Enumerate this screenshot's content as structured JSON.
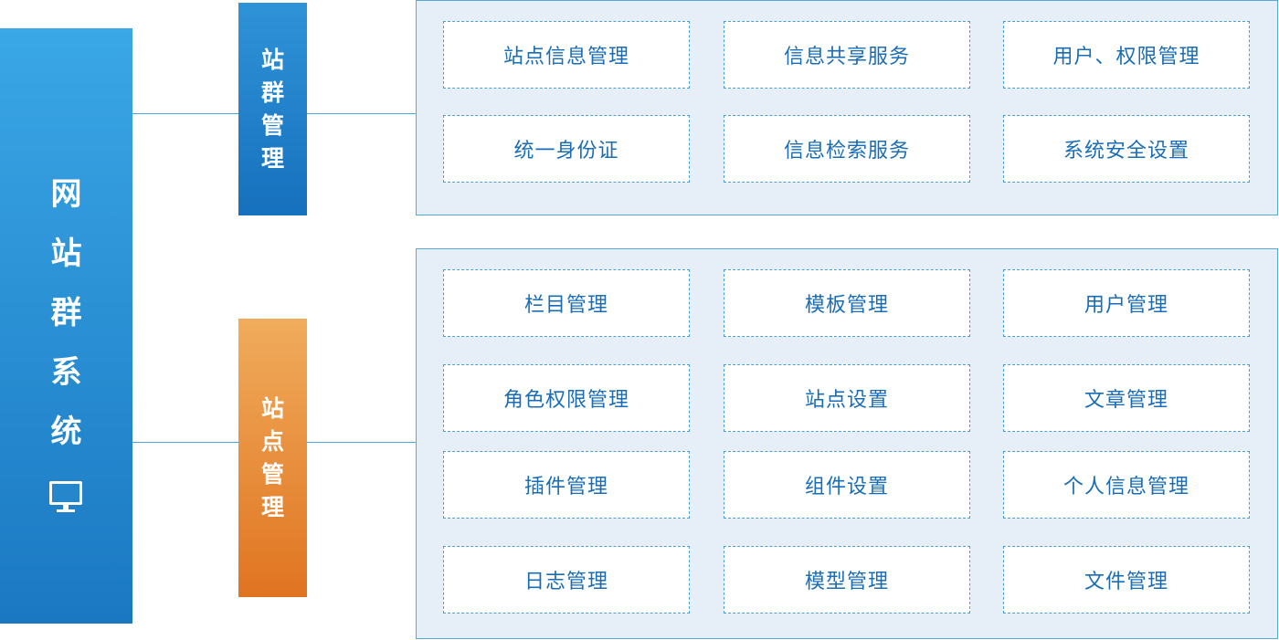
{
  "root": {
    "title_chars": [
      "网",
      "站",
      "群",
      "系",
      "统"
    ],
    "icon": "monitor-icon"
  },
  "groups": [
    {
      "title_chars": [
        "站",
        "群",
        "管",
        "理"
      ],
      "color": "#1a78c2",
      "items": [
        "站点信息管理",
        "信息共享服务",
        "用户、权限管理",
        "统一身份证",
        "信息检索服务",
        "系统安全设置"
      ]
    },
    {
      "title_chars": [
        "站",
        "点",
        "管",
        "理"
      ],
      "color": "#e07421",
      "items": [
        "栏目管理",
        "模板管理",
        "用户管理",
        "角色权限管理",
        "站点设置",
        "文章管理",
        "插件管理",
        "组件设置",
        "个人信息管理",
        "日志管理",
        "模型管理",
        "文件管理"
      ]
    }
  ],
  "colors": {
    "blue": "#1a78c2",
    "orange": "#e07421",
    "item_text": "#1a6db5",
    "panel_bg": "#e6eff7",
    "connector": "#4aa6dc"
  }
}
